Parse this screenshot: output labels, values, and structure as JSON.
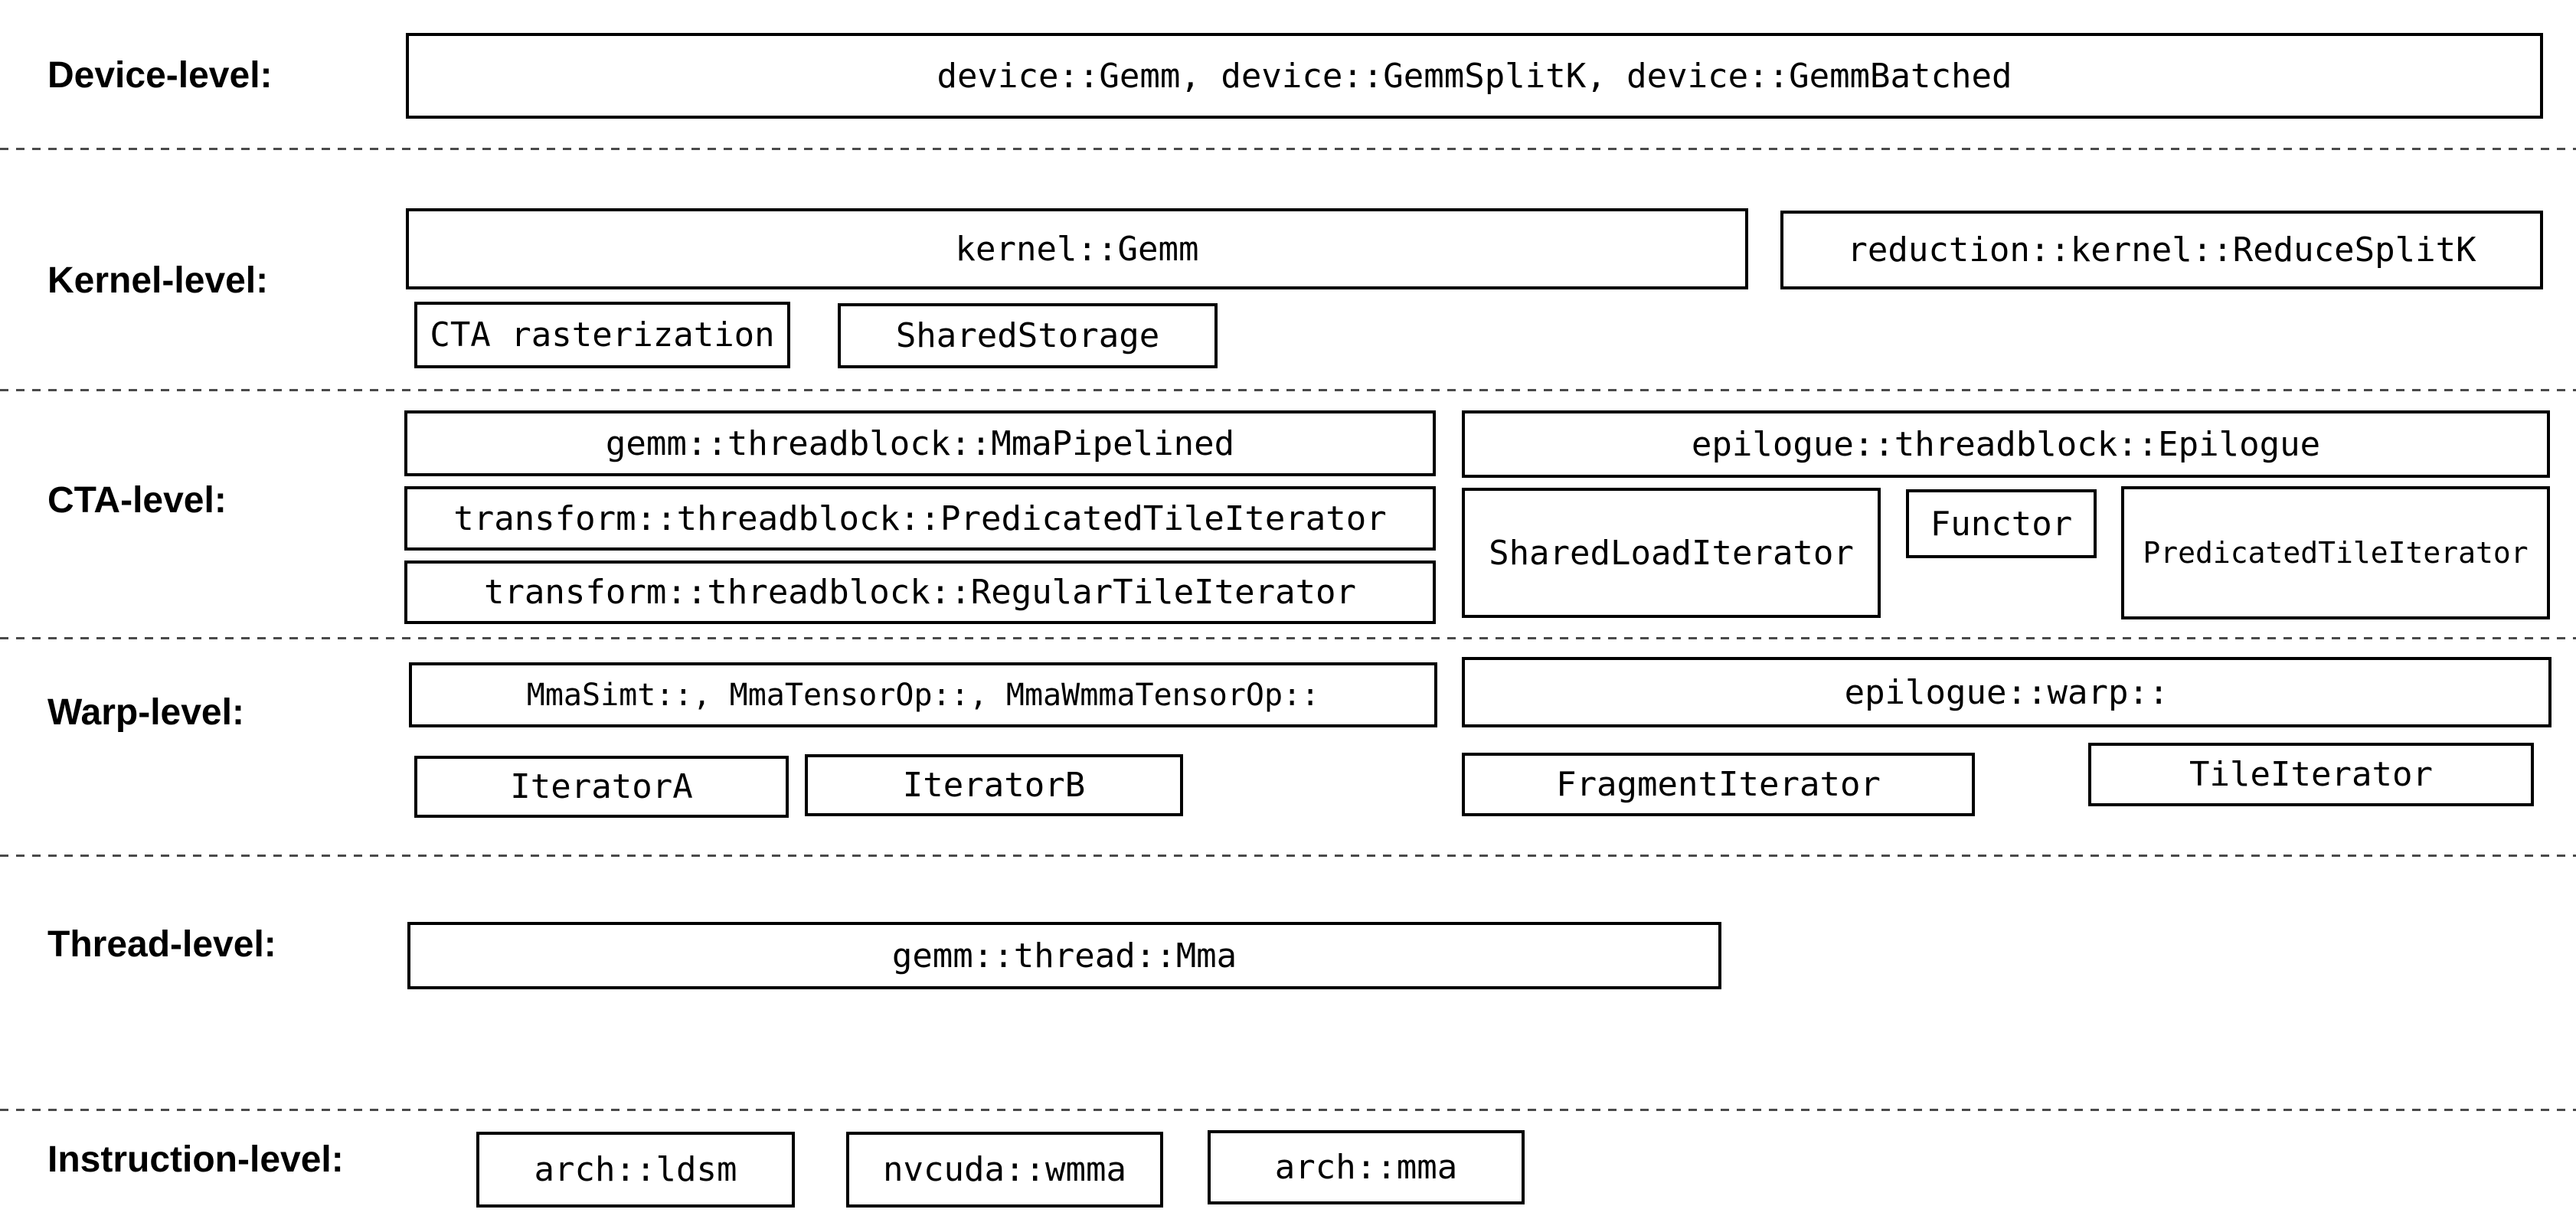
{
  "colors": {
    "background": "#ffffff",
    "text": "#000000",
    "box_border": "#000000",
    "separator_dash": "#4a4a4a"
  },
  "diagram": {
    "rows": [
      {
        "label": "Device-level:",
        "boxes": [
          {
            "label": "device::Gemm, device::GemmSplitK, device::GemmBatched"
          }
        ]
      },
      {
        "label": "Kernel-level:",
        "boxes": [
          {
            "label": "kernel::Gemm"
          },
          {
            "label": "reduction::kernel::ReduceSplitK"
          },
          {
            "label": "CTA rasterization"
          },
          {
            "label": "SharedStorage"
          }
        ]
      },
      {
        "label": "CTA-level:",
        "boxes": [
          {
            "label": "gemm::threadblock::MmaPipelined"
          },
          {
            "label": "transform::threadblock::PredicatedTileIterator"
          },
          {
            "label": "transform::threadblock::RegularTileIterator"
          },
          {
            "label": "epilogue::threadblock::Epilogue"
          },
          {
            "label": "SharedLoadIterator"
          },
          {
            "label": "Functor"
          },
          {
            "label": "PredicatedTileIterator"
          }
        ]
      },
      {
        "label": "Warp-level:",
        "boxes": [
          {
            "label": "MmaSimt::, MmaTensorOp::, MmaWmmaTensorOp::"
          },
          {
            "label": "IteratorA"
          },
          {
            "label": "IteratorB"
          },
          {
            "label": "epilogue::warp::"
          },
          {
            "label": "FragmentIterator"
          },
          {
            "label": "TileIterator"
          }
        ]
      },
      {
        "label": "Thread-level:",
        "boxes": [
          {
            "label": "gemm::thread::Mma"
          }
        ]
      },
      {
        "label": "Instruction-level:",
        "boxes": [
          {
            "label": "arch::ldsm"
          },
          {
            "label": "nvcuda::wmma"
          },
          {
            "label": "arch::mma"
          }
        ]
      }
    ]
  }
}
